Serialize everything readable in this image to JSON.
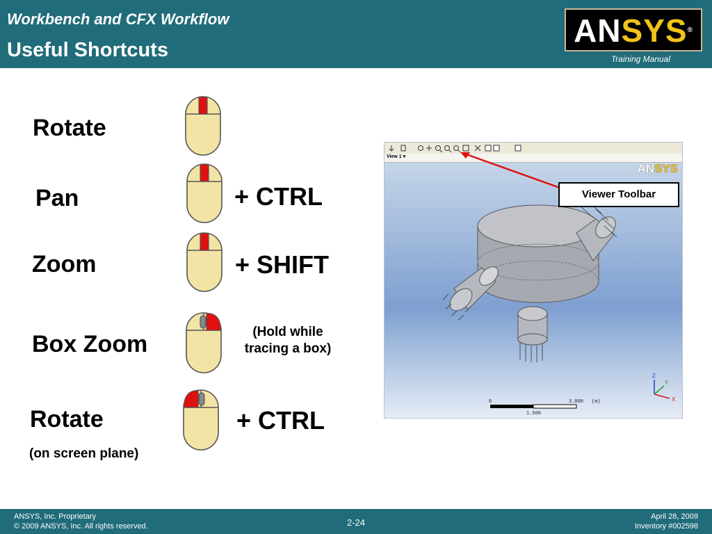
{
  "header": {
    "title": "Workbench and CFX Workflow",
    "subtitle": "Useful Shortcuts",
    "logo": {
      "left": "AN",
      "right": "SYS",
      "mark": "®"
    },
    "training_manual": "Training Manual"
  },
  "shortcuts": [
    {
      "action": "Rotate",
      "modifier": "",
      "button": "middle"
    },
    {
      "action": "Pan",
      "modifier": "+ CTRL",
      "button": "middle"
    },
    {
      "action": "Zoom",
      "modifier": "+ SHIFT",
      "button": "middle"
    },
    {
      "action": "Box Zoom",
      "modifier": "(Hold while tracing a box)",
      "modifier_line1": "(Hold while",
      "modifier_line2": "tracing a box)",
      "button": "right"
    },
    {
      "action": "Rotate",
      "note": "(on screen plane)",
      "modifier": "+ CTRL",
      "button": "left"
    }
  ],
  "viewer": {
    "tab_label": "View 1 ▾",
    "callout": "Viewer Toolbar",
    "logo": {
      "left": "AN",
      "right": "SYS"
    },
    "scale": {
      "start": "0",
      "end": "3.000",
      "unit": "(m)",
      "mid": "1.500"
    },
    "axes": {
      "x": "X",
      "y": "Y",
      "z": "Z"
    }
  },
  "footer": {
    "line1": "ANSYS, Inc. Proprietary",
    "line2": "© 2009 ANSYS, Inc.  All rights reserved.",
    "page": "2-24",
    "date": "April 28, 2009",
    "inventory": "Inventory #002598"
  },
  "colors": {
    "header_bg": "#216c7a",
    "mouse_body": "#f2e4a4",
    "mouse_active": "#e01010",
    "logo_yellow": "#f2c21a"
  }
}
